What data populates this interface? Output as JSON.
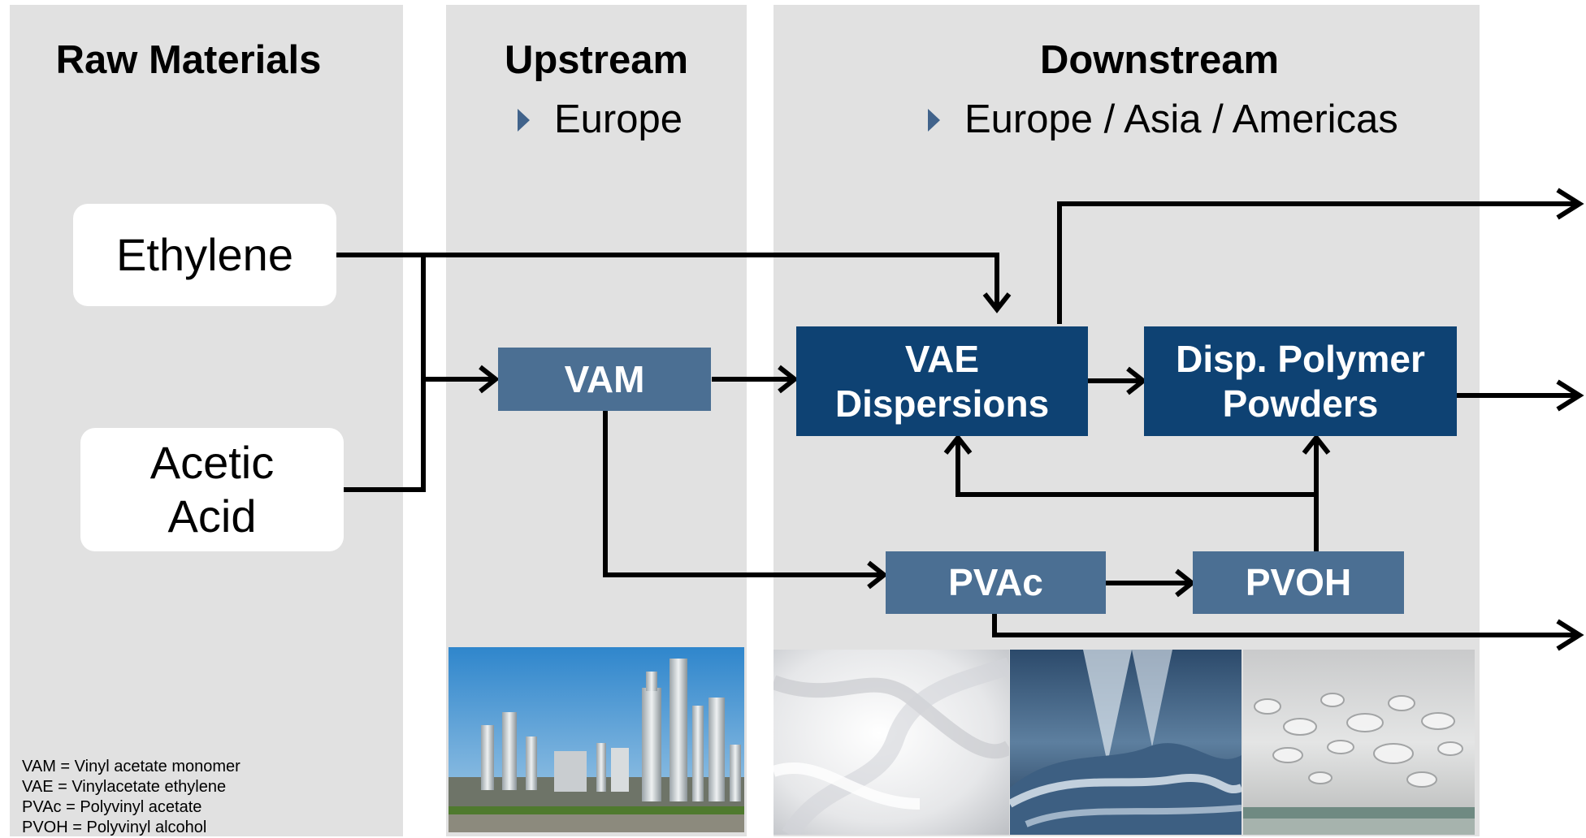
{
  "columns": {
    "raw": {
      "title": "Raw Materials"
    },
    "upstream": {
      "title": "Upstream",
      "region": "Europe"
    },
    "downstream": {
      "title": "Downstream",
      "region": "Europe / Asia / Americas"
    }
  },
  "raw_materials": [
    {
      "label": "Ethylene"
    },
    {
      "label": "Acetic\nAcid"
    }
  ],
  "nodes": {
    "vam": "VAM",
    "vae": "VAE\nDispersions",
    "powders": "Disp. Polymer\nPowders",
    "pvac": "PVAc",
    "pvoh": "PVOH"
  },
  "legend": [
    "VAM = Vinyl acetate monomer",
    "VAE = Vinylacetate ethylene",
    "PVAc = Polyvinyl acetate",
    "PVOH = Polyvinyl alcohol"
  ],
  "colors": {
    "panel": "#e1e1e1",
    "node_light": "#4b6f93",
    "node_dark": "#0e4273",
    "bullet": "#41638b",
    "arrow": "#000000"
  }
}
